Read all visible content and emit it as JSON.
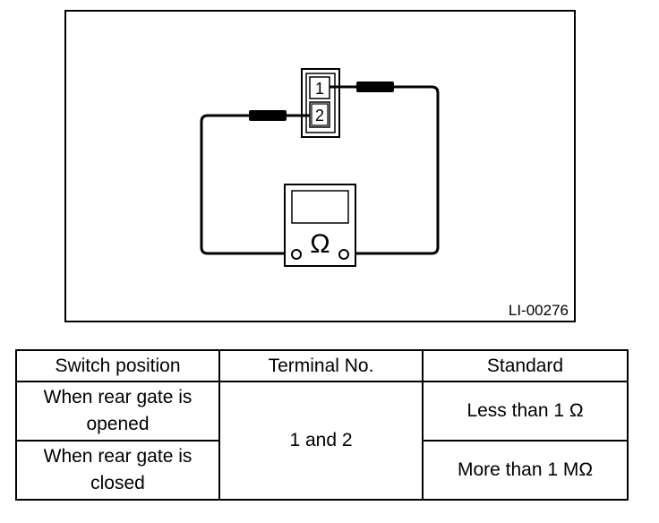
{
  "diagram": {
    "label": "LI-00276",
    "switch_terminals": [
      "1",
      "2"
    ],
    "meter_symbol": "Ω"
  },
  "table": {
    "headers": [
      "Switch position",
      "Terminal No.",
      "Standard"
    ],
    "rows": [
      {
        "switch_position": "When rear gate is opened",
        "standard": "Less than 1 Ω"
      },
      {
        "switch_position": "When rear gate is closed",
        "standard": "More than 1 MΩ"
      }
    ],
    "terminal": "1 and 2"
  }
}
